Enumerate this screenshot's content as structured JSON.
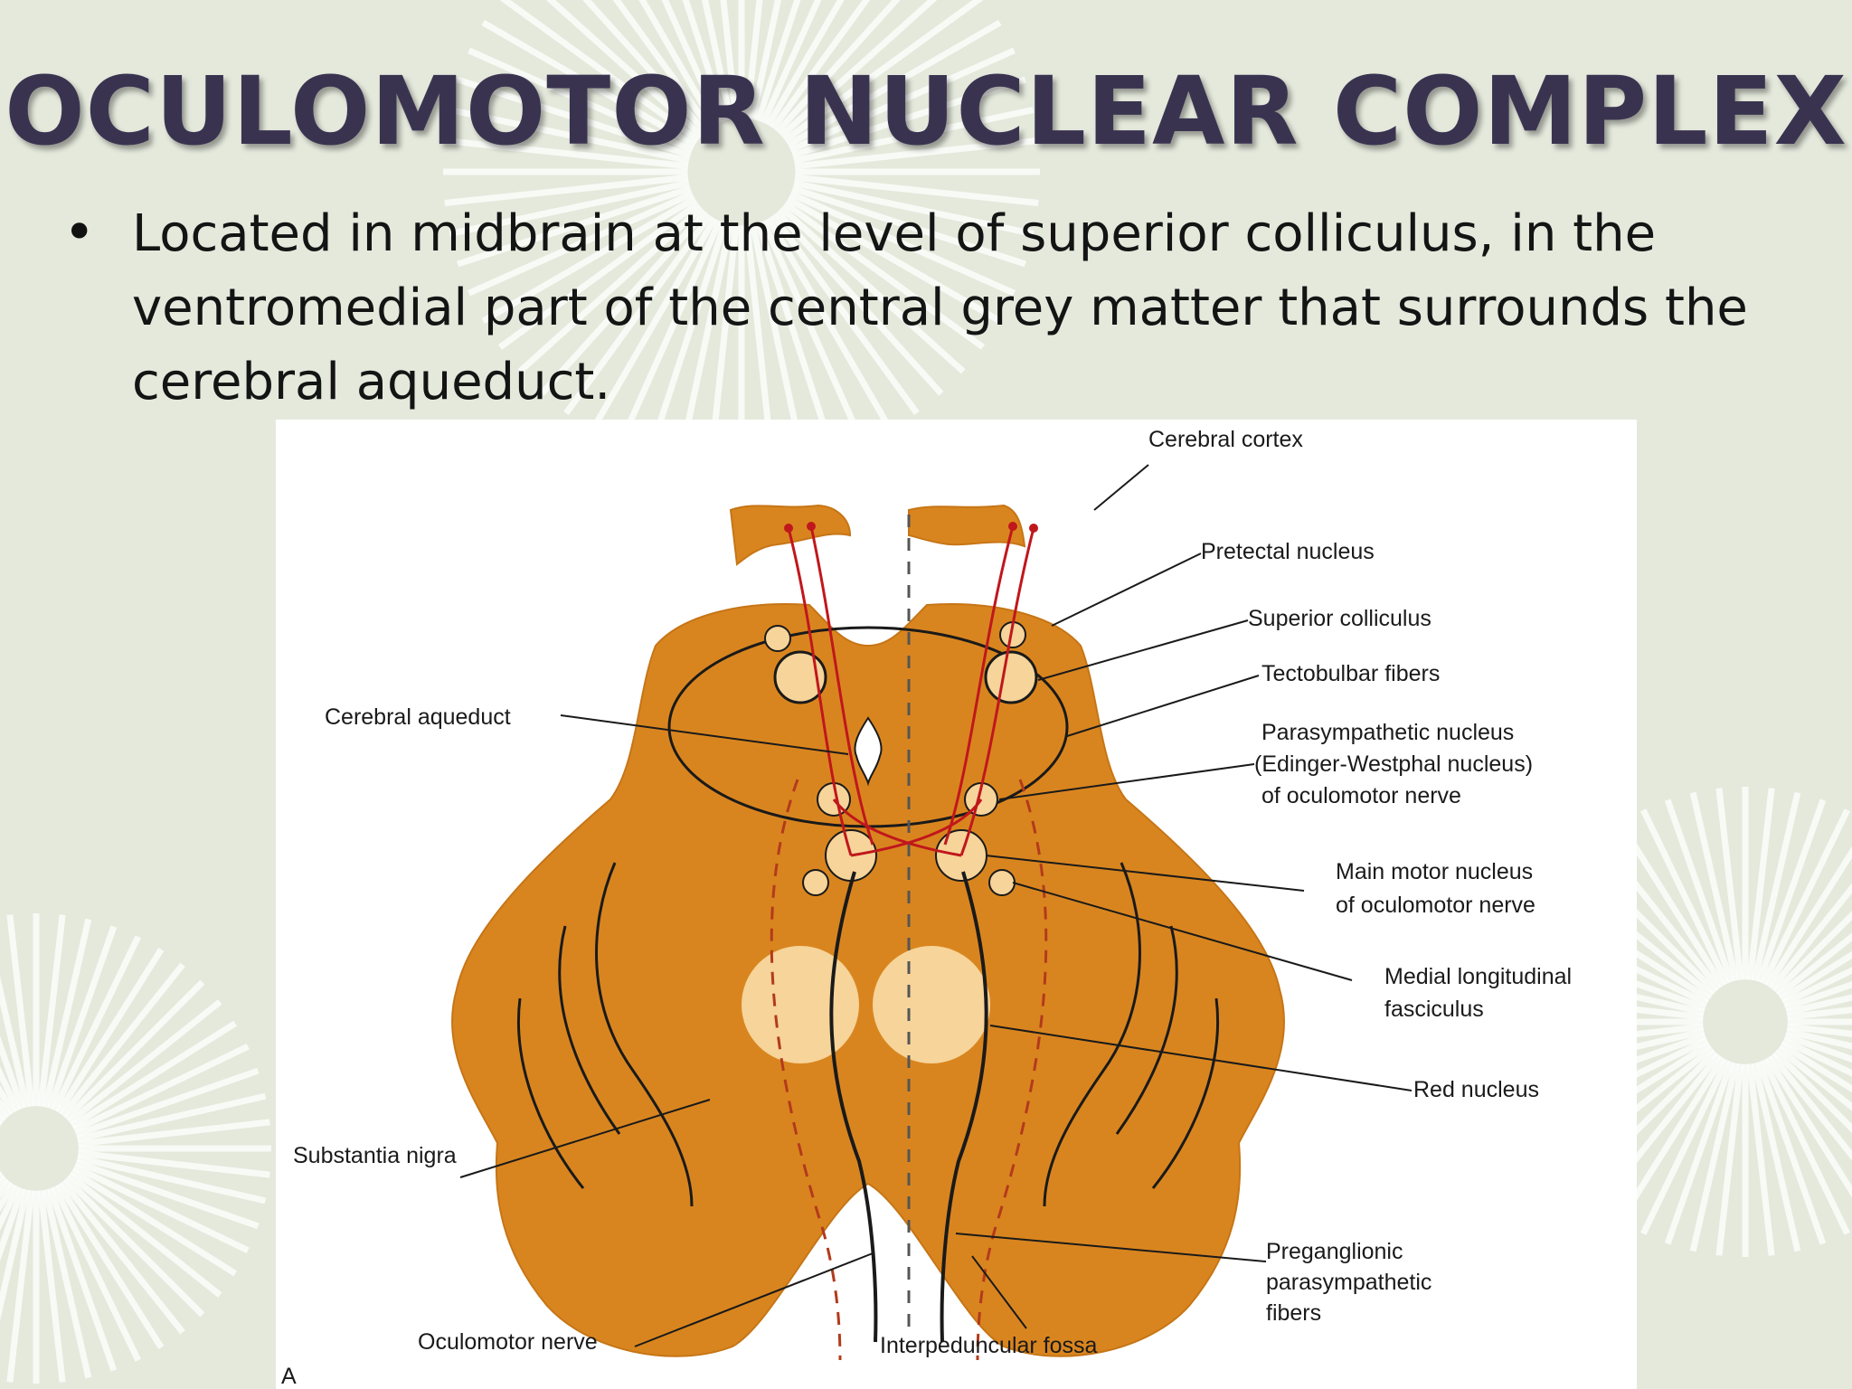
{
  "slide": {
    "title": "OCULOMOTOR NUCLEAR COMPLEX",
    "bullet": "•",
    "body": "Located in midbrain at the level of superior colliculus, in the ventromedial part of the central grey matter that surrounds the cerebral aqueduct."
  },
  "figure": {
    "panel_letter": "A",
    "labels": {
      "cerebral_cortex": "Cerebral cortex",
      "pretectal_nucleus": "Pretectal nucleus",
      "superior_colliculus": "Superior colliculus",
      "tectobulbar_fibers": "Tectobulbar fibers",
      "parasympathetic_nucleus": [
        "Parasympathetic nucleus",
        "(Edinger-Westphal nucleus)",
        "of oculomotor nerve"
      ],
      "main_motor_nucleus": [
        "Main motor nucleus",
        "of oculomotor nerve"
      ],
      "medial_longitudinal_fasciculus": [
        "Medial longitudinal",
        "fasciculus"
      ],
      "red_nucleus": "Red nucleus",
      "preganglionic_fibers": [
        "Preganglionic",
        "parasympathetic",
        "fibers"
      ],
      "interpeduncular_fossa": "Interpeduncular fossa",
      "oculomotor_nerve": "Oculomotor nerve",
      "substantia_nigra": "Substantia nigra",
      "cerebral_aqueduct": "Cerebral aqueduct"
    },
    "colors": {
      "midbrain_fill": "#d9851f",
      "nucleus_fill": "#f6d49a",
      "fiber_red": "#c0171c",
      "outline": "#1a1a1a"
    }
  }
}
